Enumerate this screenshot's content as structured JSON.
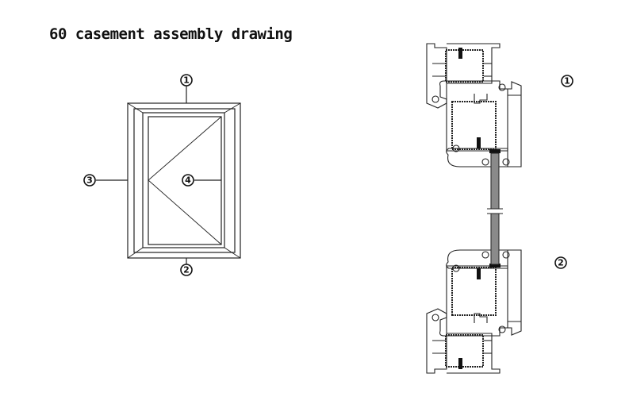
{
  "title": "60 casement assembly drawing",
  "elevation_labels": {
    "top": "1",
    "bottom": "2",
    "left": "3",
    "sash": "4"
  },
  "section_labels": {
    "top": "1",
    "bottom": "2"
  },
  "colors": {
    "line": "#222222",
    "glass": "#8a8a8a",
    "background": "#ffffff"
  }
}
